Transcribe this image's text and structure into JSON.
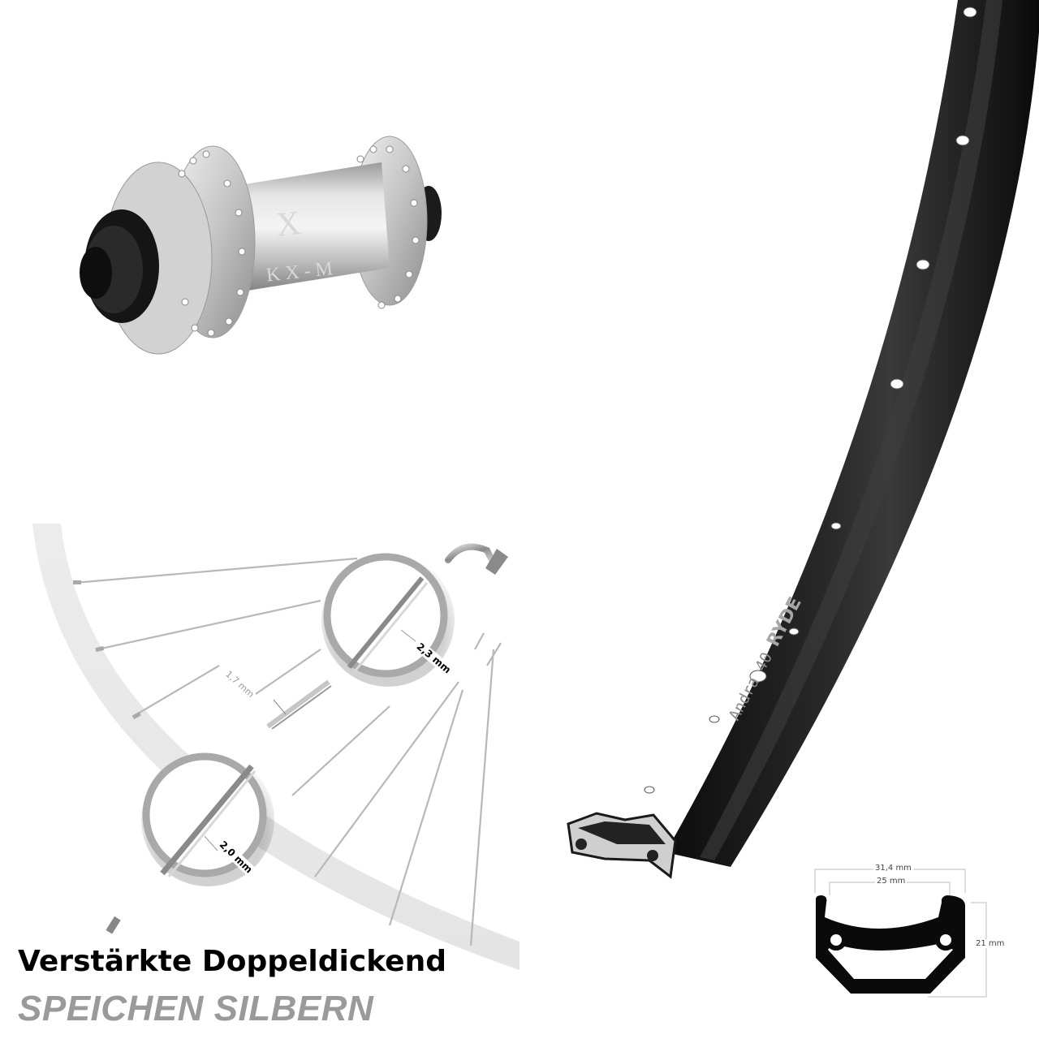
{
  "product_text": {
    "headline": "Verstärkte Doppeldickend",
    "subline": "SPEICHEN SILBERN"
  },
  "hub": {
    "model_print": "KX-M",
    "logo_glyph": "X",
    "color": "#c9c9c9"
  },
  "spokes": {
    "measurements": {
      "upper_circle": "2,3 mm",
      "middle_section": "1,7 mm",
      "lower_circle": "2,0 mm"
    },
    "color": "#b5b5b5"
  },
  "rim": {
    "print_model": "Andra 40",
    "print_brand": "RYDE",
    "color": "#1a1a1a"
  },
  "rim_profile": {
    "outer_width": "31,4 mm",
    "inner_width": "25 mm",
    "height": "21 mm"
  }
}
